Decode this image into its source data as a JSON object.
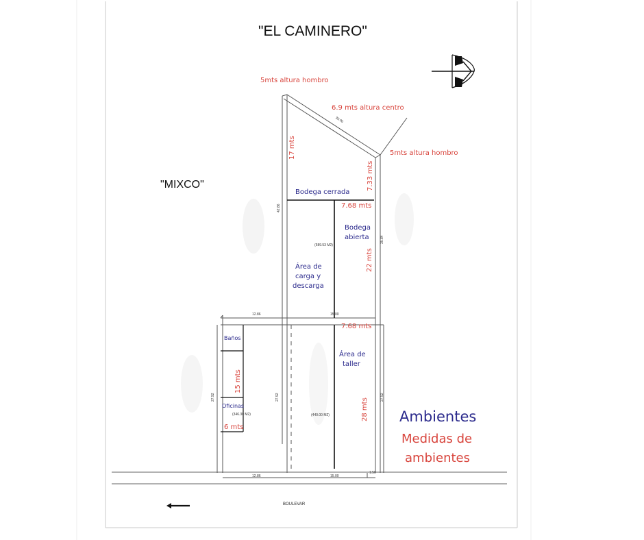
{
  "title": "\"EL CAMINERO\"",
  "left_label": "\"MIXCO\"",
  "street_label": "BOULEVAR",
  "annotations": {
    "shoulder_left": "5mts altura hombro",
    "center_height": "6.9 mts altura centro",
    "shoulder_right": "5mts altura hombro",
    "width_top": "17 mts",
    "right_upper": "7.33 mts",
    "closed_width": "7.68 mts",
    "open_depth": "22 mts",
    "workshop_width": "7.68 mts",
    "offices_depth": "15 mts",
    "offices_width": "6 mts",
    "workshop_depth": "28 mts"
  },
  "areas": {
    "closed_storage": "Bodega cerrada",
    "open_storage_1": "Bodega",
    "open_storage_2": "abierta",
    "loading_1": "Área de",
    "loading_2": "carga y",
    "loading_3": "descarga",
    "bathrooms": "Baños",
    "offices": "Oficinas",
    "workshop_1": "Área de",
    "workshop_2": "taller"
  },
  "plan_text": {
    "area_upper": "(589.53 M2)",
    "area_lower_left": "(346.30 M2)",
    "area_lower_right": "(440.00 M2)",
    "dim_top_left": "12.86",
    "dim_top_right": "15.00",
    "dim_bottom_left": "12.86",
    "dim_bottom_right": "15.00",
    "dim_left_1": "27.92",
    "dim_left_2": "27.92",
    "dim_right_1": "27.92",
    "dim_upper_left": "42.86",
    "dim_upper_right": "35.84",
    "dim_diag": "30.00",
    "dim_corner": "1.50"
  },
  "legend": {
    "ambientes": "Ambientes",
    "medidas_1": "Medidas de",
    "medidas_2": "ambientes"
  },
  "colors": {
    "red": "#d8443c",
    "blue": "#2b2a8c",
    "line": "#555555"
  }
}
